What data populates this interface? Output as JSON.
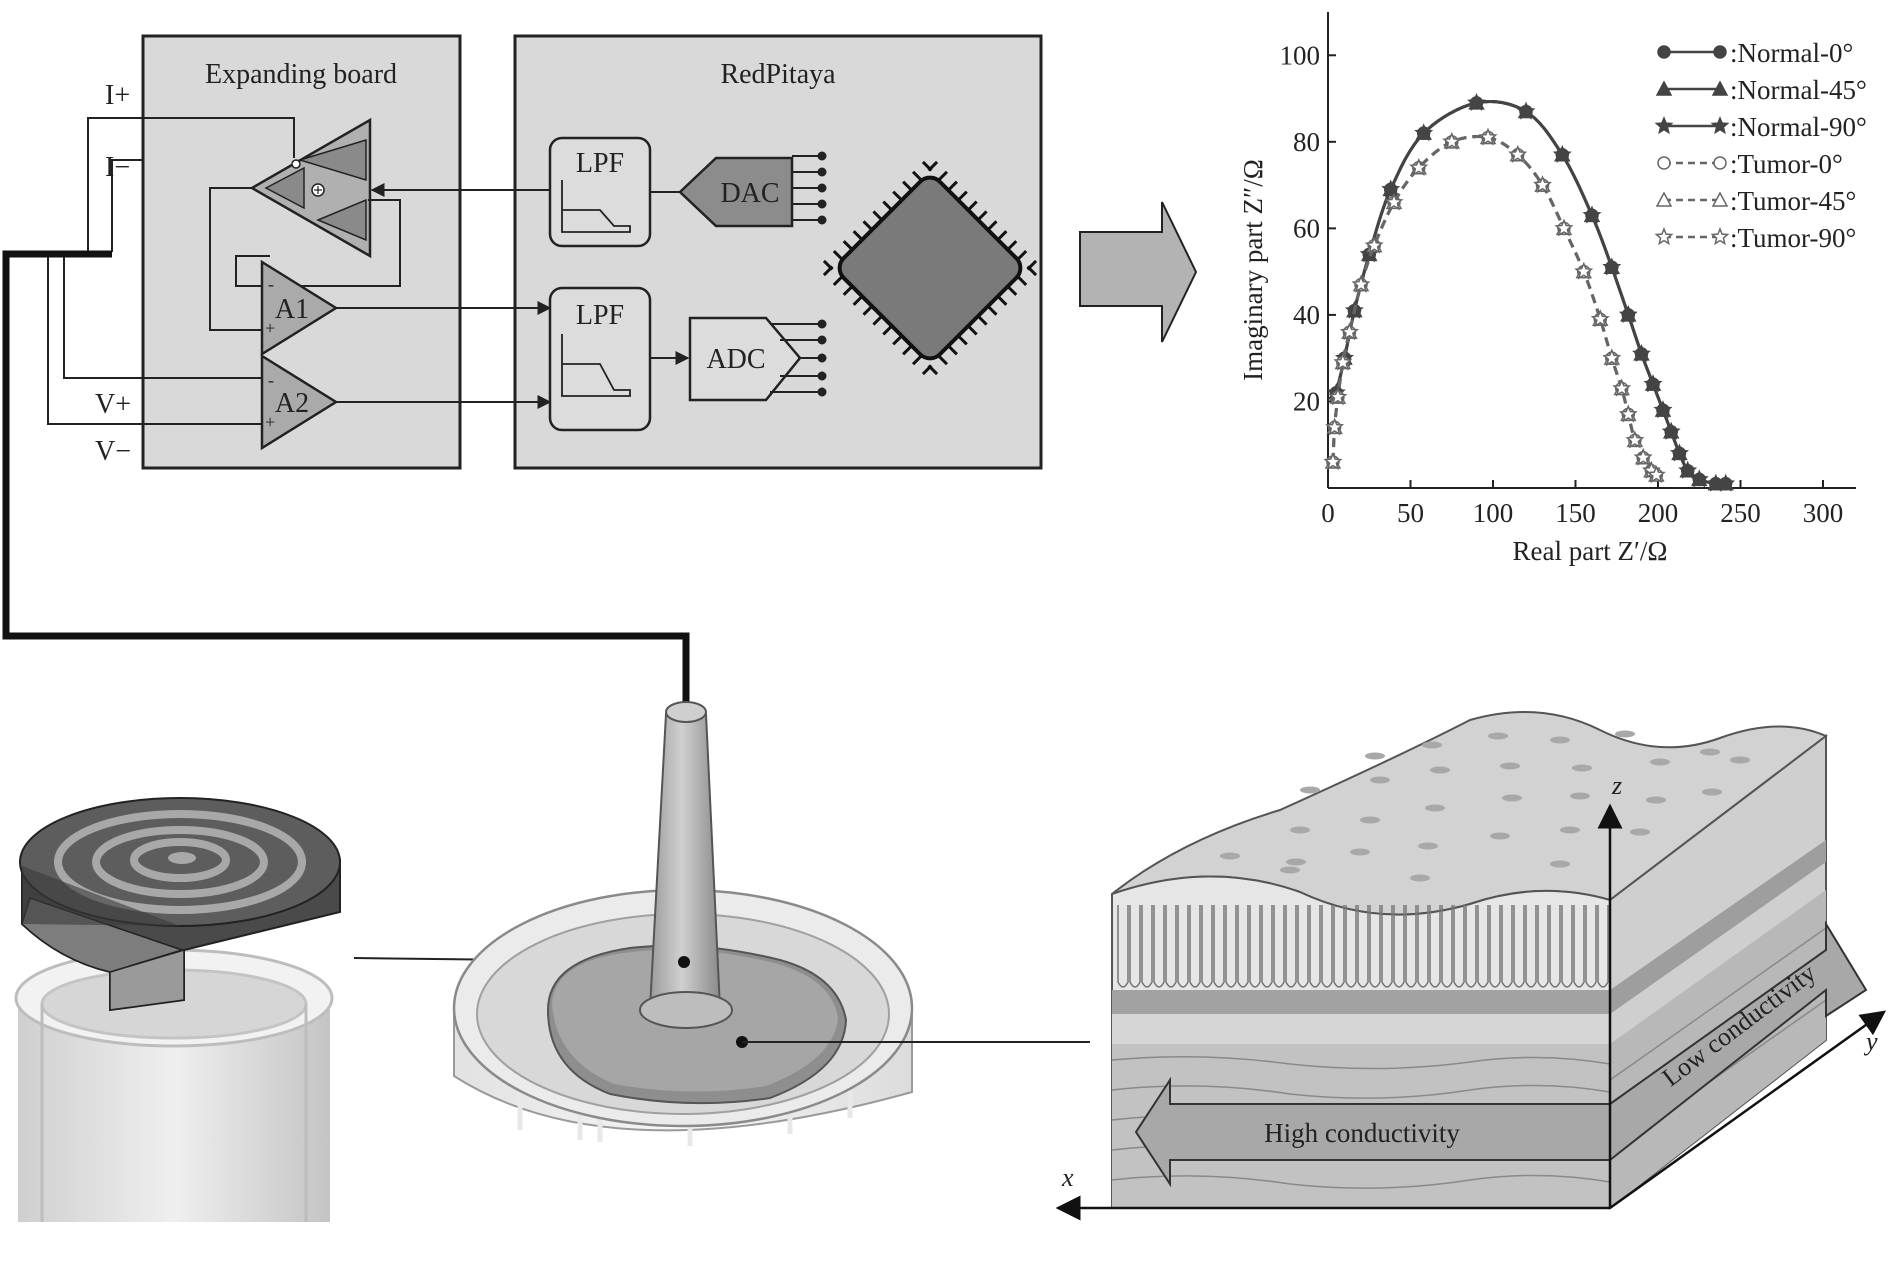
{
  "circuit": {
    "expanding_board_title": "Expanding board",
    "redpitaya_title": "RedPitaya",
    "terminals": {
      "i_plus": "I+",
      "i_minus": "I−",
      "v_plus": "V+",
      "v_minus": "V−"
    },
    "amp_a1": "A1",
    "amp_a2": "A2",
    "lpf_top": "LPF",
    "lpf_bottom": "LPF",
    "dac": "DAC",
    "adc": "ADC",
    "sign_plus": "+",
    "sign_minus": "-"
  },
  "chart_data": {
    "type": "line",
    "xlabel": "Real part Z′/Ω",
    "ylabel": "Imaginary part Z″/Ω",
    "xlim": [
      0,
      320
    ],
    "ylim": [
      0,
      110
    ],
    "xticks": [
      0,
      50,
      100,
      150,
      200,
      250,
      300
    ],
    "yticks": [
      20,
      40,
      60,
      80,
      100
    ],
    "grid": false,
    "legend_position": "top-right",
    "series": [
      {
        "name": ":Normal-0°",
        "marker": "circle-filled",
        "line": "solid",
        "color": "#444444",
        "points": [
          [
            5,
            22
          ],
          [
            10,
            30
          ],
          [
            16,
            41
          ],
          [
            25,
            54
          ],
          [
            38,
            69
          ],
          [
            58,
            82
          ],
          [
            90,
            89
          ],
          [
            120,
            87
          ],
          [
            142,
            77
          ],
          [
            160,
            63
          ],
          [
            172,
            51
          ],
          [
            182,
            40
          ],
          [
            190,
            31
          ],
          [
            197,
            24
          ],
          [
            203,
            18
          ],
          [
            208,
            13
          ],
          [
            213,
            8
          ],
          [
            218,
            4
          ],
          [
            225,
            2
          ],
          [
            235,
            1
          ],
          [
            241,
            1
          ]
        ]
      },
      {
        "name": ":Normal-45°",
        "marker": "triangle-filled",
        "line": "solid",
        "color": "#444444",
        "points": [
          [
            5,
            22
          ],
          [
            10,
            30
          ],
          [
            16,
            41
          ],
          [
            25,
            54
          ],
          [
            38,
            69
          ],
          [
            58,
            82
          ],
          [
            90,
            89
          ],
          [
            120,
            87
          ],
          [
            142,
            77
          ],
          [
            160,
            63
          ],
          [
            172,
            51
          ],
          [
            182,
            40
          ],
          [
            190,
            31
          ],
          [
            197,
            24
          ],
          [
            203,
            18
          ],
          [
            208,
            13
          ],
          [
            213,
            8
          ],
          [
            218,
            4
          ],
          [
            225,
            2
          ],
          [
            235,
            1
          ],
          [
            241,
            1
          ]
        ]
      },
      {
        "name": ":Normal-90°",
        "marker": "star-filled",
        "line": "solid",
        "color": "#444444",
        "points": [
          [
            5,
            22
          ],
          [
            10,
            30
          ],
          [
            16,
            41
          ],
          [
            25,
            54
          ],
          [
            38,
            69
          ],
          [
            58,
            82
          ],
          [
            90,
            89
          ],
          [
            120,
            87
          ],
          [
            142,
            77
          ],
          [
            160,
            63
          ],
          [
            172,
            51
          ],
          [
            182,
            40
          ],
          [
            190,
            31
          ],
          [
            197,
            24
          ],
          [
            203,
            18
          ],
          [
            208,
            13
          ],
          [
            213,
            8
          ],
          [
            218,
            4
          ],
          [
            225,
            2
          ],
          [
            235,
            1
          ],
          [
            241,
            1
          ]
        ]
      },
      {
        "name": ":Tumor-0°",
        "marker": "circle-open",
        "line": "dashed",
        "color": "#666666",
        "points": [
          [
            3,
            6
          ],
          [
            4,
            14
          ],
          [
            6,
            21
          ],
          [
            9,
            29
          ],
          [
            13,
            36
          ],
          [
            20,
            47
          ],
          [
            28,
            56
          ],
          [
            40,
            66
          ],
          [
            55,
            74
          ],
          [
            75,
            80
          ],
          [
            97,
            81
          ],
          [
            115,
            77
          ],
          [
            130,
            70
          ],
          [
            143,
            60
          ],
          [
            155,
            50
          ],
          [
            165,
            39
          ],
          [
            172,
            30
          ],
          [
            178,
            23
          ],
          [
            182,
            17
          ],
          [
            186,
            11
          ],
          [
            191,
            7
          ],
          [
            196,
            4
          ],
          [
            199,
            3
          ]
        ]
      },
      {
        "name": ":Tumor-45°",
        "marker": "triangle-open",
        "line": "dashed",
        "color": "#666666",
        "points": [
          [
            3,
            6
          ],
          [
            4,
            14
          ],
          [
            6,
            21
          ],
          [
            9,
            29
          ],
          [
            13,
            36
          ],
          [
            20,
            47
          ],
          [
            28,
            56
          ],
          [
            40,
            66
          ],
          [
            55,
            74
          ],
          [
            75,
            80
          ],
          [
            97,
            81
          ],
          [
            115,
            77
          ],
          [
            130,
            70
          ],
          [
            143,
            60
          ],
          [
            155,
            50
          ],
          [
            165,
            39
          ],
          [
            172,
            30
          ],
          [
            178,
            23
          ],
          [
            182,
            17
          ],
          [
            186,
            11
          ],
          [
            191,
            7
          ],
          [
            196,
            4
          ],
          [
            199,
            3
          ]
        ]
      },
      {
        "name": ":Tumor-90°",
        "marker": "star-open",
        "line": "dashed",
        "color": "#666666",
        "points": [
          [
            3,
            6
          ],
          [
            4,
            14
          ],
          [
            6,
            21
          ],
          [
            9,
            29
          ],
          [
            13,
            36
          ],
          [
            20,
            47
          ],
          [
            28,
            56
          ],
          [
            40,
            66
          ],
          [
            55,
            74
          ],
          [
            75,
            80
          ],
          [
            97,
            81
          ],
          [
            115,
            77
          ],
          [
            130,
            70
          ],
          [
            143,
            60
          ],
          [
            155,
            50
          ],
          [
            165,
            39
          ],
          [
            172,
            30
          ],
          [
            178,
            23
          ],
          [
            182,
            17
          ],
          [
            186,
            11
          ],
          [
            191,
            7
          ],
          [
            196,
            4
          ],
          [
            199,
            3
          ]
        ]
      }
    ]
  },
  "tissue": {
    "high_conductivity": "High conductivity",
    "low_conductivity": "Low conductivity",
    "axis_x": "x",
    "axis_y": "y",
    "axis_z": "z"
  },
  "colors": {
    "panel_fill": "#d9d9d9",
    "dark_component": "#7a7a7a",
    "arrow_fill": "#b3b3b3",
    "curve_normal": "#444444",
    "curve_tumor": "#666666"
  }
}
